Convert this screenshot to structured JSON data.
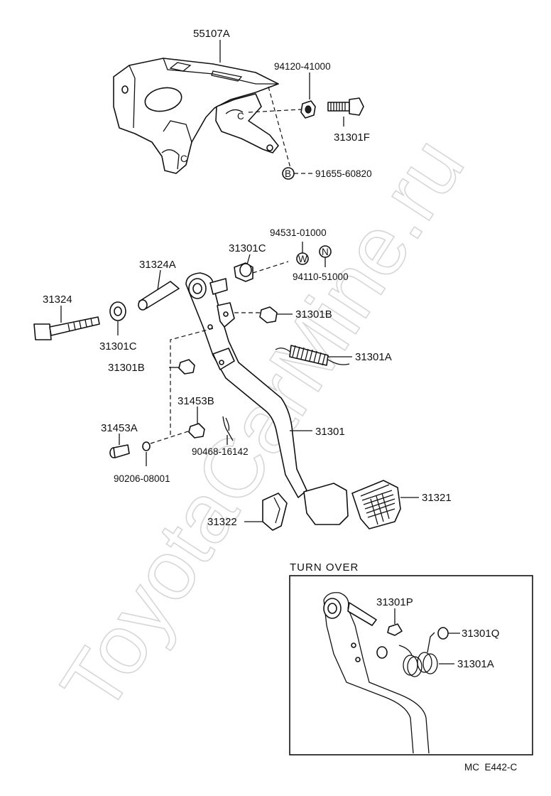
{
  "watermark": "ToyotaCarMine.ru",
  "diagram_code": "MC  E442-C",
  "inset_title": "TURN OVER",
  "circle_markers": {
    "b": "B",
    "w": "W",
    "n": "N"
  },
  "parts": {
    "bracket": "55107A",
    "nut_top": "94120-41000",
    "bolt_top": "31301F",
    "clip_b": "91655-60820",
    "washer_w": "94531-01000",
    "bushing_top": "31301C",
    "nut_n": "94110-51000",
    "pedal_shaft": "31324A",
    "pedal_bolt": "31324",
    "bushing_left": "31301C",
    "cushion_right": "31301B",
    "return_spring": "31301A",
    "cushion_left": "31301B",
    "stop_nut": "31453B",
    "stop_bolt": "31453A",
    "clip_pin": "90468-16142",
    "pedal_arm": "31301",
    "small_washer": "90206-08001",
    "pedal_pad": "31321",
    "pedal_stopper": "31322",
    "inset_collar": "31301P",
    "inset_bushing": "31301Q",
    "inset_spring": "31301A"
  }
}
